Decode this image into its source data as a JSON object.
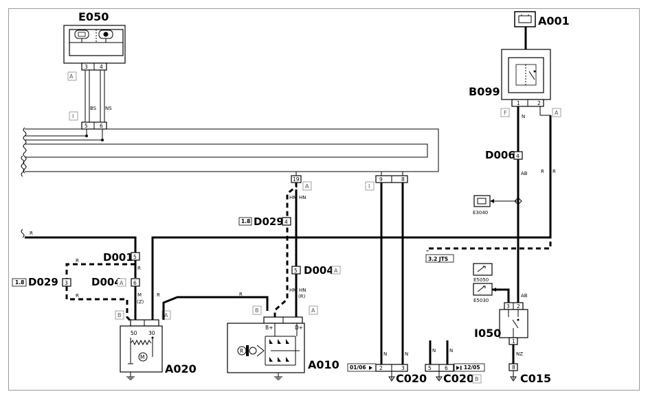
{
  "components": {
    "e050": "E050",
    "a001": "A001",
    "b099": "B099",
    "d006": "D006",
    "d001": "D001",
    "d029_left": "D029",
    "d004_left": "D004",
    "d029_mid": "D029",
    "d004_mid": "D004",
    "a020": "A020",
    "a010": "A010",
    "i050": "I050",
    "c020_a": "C020",
    "c020_b": "C020",
    "c015": "C015"
  },
  "ground_refs": {
    "e3040": "E3040",
    "e5050": "E5050",
    "e5030": "E5030"
  },
  "connector_tags": {
    "e050_a": "A",
    "e050_i": "I",
    "d029_mid_a": "A",
    "d004_mid_a": "A",
    "i_c020": "I",
    "b099_f": "F",
    "b099_a": "A",
    "d004_left_a": "A",
    "a020_b": "B",
    "a020_a": "A",
    "a010_b": "B",
    "a010_a": "A",
    "c020_b_tag": "B"
  },
  "pins": {
    "e050_p3": "3",
    "e050_p4": "4",
    "bus_p5": "5",
    "bus_p6": "6",
    "bus_p19": "19",
    "bus_p9": "9",
    "bus_p8": "8",
    "d029_mid_p": "4",
    "d004_mid_p": "5",
    "d001_p": "5",
    "d029_left_p": "3",
    "d004_left_p": "6",
    "a020_p50": "50",
    "a020_p30": "30",
    "a010_bplus": "B+",
    "a010_dplus": "D+",
    "b099_p1": "1",
    "b099_p2": "2",
    "d006_p": "4",
    "i050_p3": "3",
    "i050_p2": "2",
    "i050_p1": "1",
    "c020a_p2": "2",
    "c020a_p3": "3",
    "c020b_p5": "5",
    "c020b_p6": "6",
    "c015_p8": "8"
  },
  "wire_codes": {
    "bs": "BS",
    "ns": "NS",
    "hn1": "HN",
    "hn2": "HN",
    "hn3": "HN",
    "hn4": "HN",
    "hn_r": "(R)",
    "r1": "R",
    "r2": "R",
    "r3": "R",
    "r4": "R",
    "r5": "R",
    "r6": "R",
    "r7": "R",
    "m": "M",
    "z": "(Z)",
    "n1": "N",
    "n2": "N",
    "n3": "N",
    "n4": "N",
    "n5": "N",
    "ab1": "AB",
    "ab2": "AB",
    "nz": "NZ"
  },
  "notes": {
    "engine_18_left": "1.8",
    "engine_18_mid": "1.8",
    "engine_32": "3.2 JTS",
    "date_c020_a": "01/06",
    "date_c020_b": "12/05"
  }
}
